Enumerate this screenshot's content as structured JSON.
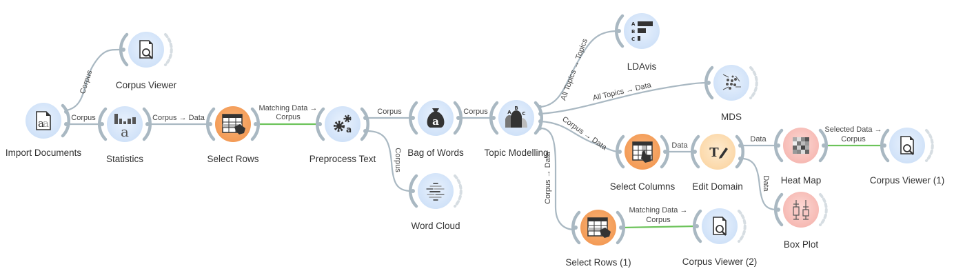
{
  "colors": {
    "blue_node": "#dbe9fb",
    "orange_node": "#f7a866",
    "light_orange_node": "#fde0b8",
    "red_node": "#f9c8c4",
    "edge": "#a9b8c2",
    "active_edge": "#6cc35a",
    "icon": "#333333"
  },
  "nodes": [
    {
      "id": "import-documents",
      "label": "Import Documents",
      "icon": "document-a-icon",
      "kind": "blue"
    },
    {
      "id": "corpus-viewer",
      "label": "Corpus Viewer",
      "icon": "document-magnifier-icon",
      "kind": "blue"
    },
    {
      "id": "statistics",
      "label": "Statistics",
      "icon": "statistics-icon",
      "kind": "blue"
    },
    {
      "id": "select-rows",
      "label": "Select Rows",
      "icon": "table-pointer-icon",
      "kind": "orange"
    },
    {
      "id": "preprocess-text",
      "label": "Preprocess Text",
      "icon": "gears-icon",
      "kind": "blue"
    },
    {
      "id": "word-cloud",
      "label": "Word Cloud",
      "icon": "word-cloud-icon",
      "kind": "blue"
    },
    {
      "id": "bag-of-words",
      "label": "Bag of Words",
      "icon": "bag-icon",
      "kind": "blue"
    },
    {
      "id": "topic-modelling",
      "label": "Topic Modelling",
      "icon": "topic-peaks-icon",
      "kind": "blue"
    },
    {
      "id": "ldavis",
      "label": "LDAvis",
      "icon": "bar-abc-icon",
      "kind": "blue"
    },
    {
      "id": "mds",
      "label": "MDS",
      "icon": "scatter-arrows-icon",
      "kind": "blue"
    },
    {
      "id": "select-columns",
      "label": "Select Columns",
      "icon": "table-column-pointer-icon",
      "kind": "orange"
    },
    {
      "id": "edit-domain",
      "label": "Edit Domain",
      "icon": "text-edit-icon",
      "kind": "light_orange"
    },
    {
      "id": "heat-map",
      "label": "Heat Map",
      "icon": "heatmap-icon",
      "kind": "red"
    },
    {
      "id": "corpus-viewer-1",
      "label": "Corpus Viewer (1)",
      "icon": "document-magnifier-icon",
      "kind": "blue"
    },
    {
      "id": "box-plot",
      "label": "Box Plot",
      "icon": "box-plot-icon",
      "kind": "red"
    },
    {
      "id": "select-rows-1",
      "label": "Select Rows (1)",
      "icon": "table-pointer-icon",
      "kind": "orange"
    },
    {
      "id": "corpus-viewer-2",
      "label": "Corpus Viewer (2)",
      "icon": "document-magnifier-icon",
      "kind": "blue"
    }
  ],
  "edges": [
    {
      "from": "import-documents",
      "to": "corpus-viewer",
      "label": "Corpus",
      "active": false
    },
    {
      "from": "import-documents",
      "to": "statistics",
      "label": "Corpus",
      "active": false
    },
    {
      "from": "statistics",
      "to": "select-rows",
      "label": "Corpus → Data",
      "active": false
    },
    {
      "from": "select-rows",
      "to": "preprocess-text",
      "label": [
        "Matching Data →",
        "Corpus"
      ],
      "active": true
    },
    {
      "from": "preprocess-text",
      "to": "bag-of-words",
      "label": "Corpus",
      "active": false
    },
    {
      "from": "preprocess-text",
      "to": "word-cloud",
      "label": "Corpus",
      "active": false
    },
    {
      "from": "bag-of-words",
      "to": "topic-modelling",
      "label": "Corpus",
      "active": false
    },
    {
      "from": "topic-modelling",
      "to": "ldavis",
      "label": "All Topics → Topics",
      "active": false
    },
    {
      "from": "topic-modelling",
      "to": "mds",
      "label": "All Topics → Data",
      "active": false
    },
    {
      "from": "topic-modelling",
      "to": "select-columns",
      "label": "Corpus → Data",
      "active": false
    },
    {
      "from": "topic-modelling",
      "to": "select-rows-1",
      "label": "Corpus → Data",
      "active": false
    },
    {
      "from": "select-columns",
      "to": "edit-domain",
      "label": "Data",
      "active": false
    },
    {
      "from": "edit-domain",
      "to": "heat-map",
      "label": "Data",
      "active": false
    },
    {
      "from": "edit-domain",
      "to": "box-plot",
      "label": "Data",
      "active": false
    },
    {
      "from": "heat-map",
      "to": "corpus-viewer-1",
      "label": [
        "Selected Data →",
        "Corpus"
      ],
      "active": true
    },
    {
      "from": "select-rows-1",
      "to": "corpus-viewer-2",
      "label": [
        "Matching Data →",
        "Corpus"
      ],
      "active": true
    }
  ]
}
